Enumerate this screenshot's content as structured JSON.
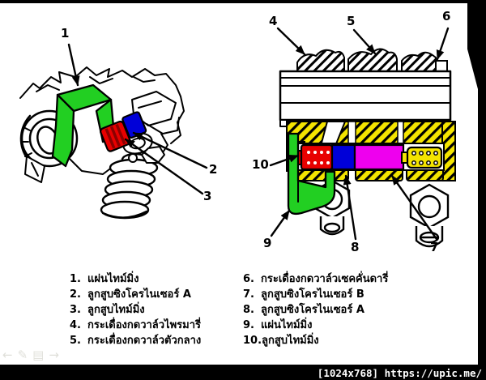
{
  "callouts": {
    "c1": "1",
    "c2": "2",
    "c3": "3",
    "c4": "4",
    "c5": "5",
    "c6": "6",
    "c7": "7",
    "c8": "8",
    "c9": "9",
    "c10": "10"
  },
  "legend": {
    "left": [
      {
        "num": "1.",
        "text": "แผ่นไทม์มิ่ง"
      },
      {
        "num": "2.",
        "text": "ลูกสูบซิงโครไนเซอร์ A"
      },
      {
        "num": "3.",
        "text": "ลูกสูบไทม์มิ่ง"
      },
      {
        "num": "4.",
        "text": "กระเดื่องกดวาล์วไพรมารี่"
      },
      {
        "num": "5.",
        "text": "กระเดื่องกดวาล์วตัวกลาง"
      }
    ],
    "right": [
      {
        "num": "6.",
        "text": "กระเดื่องกดวาล์วเซคคั่นดารี่"
      },
      {
        "num": "7.",
        "text": "ลูกสูบซิงโครไนเซอร์ B"
      },
      {
        "num": "8.",
        "text": "ลูกสูบซิงโครไนเซอร์ A"
      },
      {
        "num": "9.",
        "text": "แผ่นไทม์มิ่ง"
      },
      {
        "num": "10.",
        "text": "ลูกสูบไทม์มิ่ง"
      }
    ]
  },
  "footer": {
    "caption": "[1024x768] https://upic.me/"
  },
  "colors": {
    "paper": "#ffffff",
    "ink": "#000000",
    "bar": "#000000",
    "green": "#22cf22",
    "red": "#e80000",
    "dark_red": "#8a0000",
    "blue": "#0000d8",
    "magenta": "#ee00ee",
    "yellow": "#f4e400",
    "watermark": "#e0e0da",
    "footer_text": "#ffffff"
  }
}
